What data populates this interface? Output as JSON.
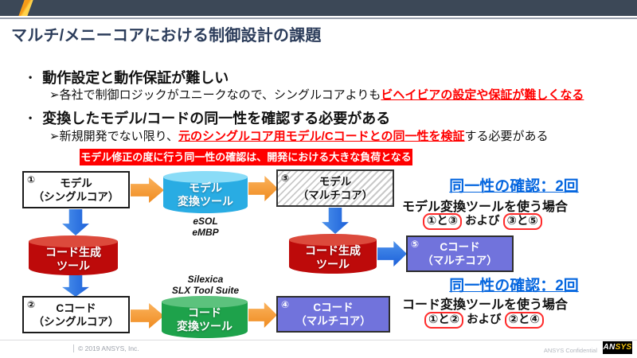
{
  "header": {
    "title": "マルチ/メニーコアにおける制御設計の課題"
  },
  "bullets": {
    "marker": "•",
    "item1": {
      "text": "動作設定と動作保証が難しい",
      "sub_prefix": "➢各社で制御ロジックがユニークなので、シングルコアよりも",
      "sub_highlight": "ビヘイビアの設定や保証が難しくなる"
    },
    "item2": {
      "text": "変換したモデル/コードの同一性を確認する必要がある",
      "sub_prefix": "➢新規開発でない限り、",
      "sub_highlight": "元のシングルコア用モデル/Cコードとの同一性を検証",
      "sub_suffix": "する必要がある"
    },
    "banner": "モデル修正の度に行う同一性の確認は、開発における大きな負荷となる"
  },
  "diagram": {
    "box1": {
      "num": "①",
      "line1": "モデル",
      "line2": "（シングルコア）"
    },
    "box2": {
      "num": "②",
      "line1": "Cコード",
      "line2": "（シングルコア）"
    },
    "box3": {
      "num": "③",
      "line1": "モデル",
      "line2": "（マルチコア）"
    },
    "box4": {
      "num": "④",
      "line1": "Cコード",
      "line2": "（マルチコア）"
    },
    "box5": {
      "num": "⑤",
      "line1": "Cコード",
      "line2": "（マルチコア）"
    },
    "model_conversion_tool": {
      "line1": "モデル",
      "line2": "変換ツール",
      "vendor_line1": "eSOL",
      "vendor_line2": "eMBP"
    },
    "code_generation_tool_left": {
      "line1": "コード生成",
      "line2": "ツール"
    },
    "code_generation_tool_right": {
      "line1": "コード生成",
      "line2": "ツール"
    },
    "code_conversion_tool": {
      "line1": "コード",
      "line2": "変換ツール",
      "vendor_line1": "Silexica",
      "vendor_line2": "SLX Tool Suite"
    }
  },
  "checks": {
    "check1": {
      "heading": "同一性の確認：2回",
      "case_label": "モデル変換ツールを使う場合",
      "pair1": "①と③",
      "connector": "および",
      "pair2": "③と⑤"
    },
    "check2": {
      "heading": "同一性の確認：2回",
      "case_label": "コード変換ツールを使う場合",
      "pair1": "①と②",
      "connector": "および",
      "pair2": "②と④"
    }
  },
  "footer": {
    "copyright": "© 2019 ANSYS, Inc.",
    "confidential": "ANSYS Confidential",
    "logo_an": "AN",
    "logo_sys": "SYS"
  },
  "colors": {
    "header_bar": "#3C4857",
    "accent_slash": "#F9A11C",
    "title": "#2C3D5B",
    "highlight_red": "#FF0000",
    "banner_bg": "#FF0000",
    "check_heading_blue": "#0566DF",
    "cylinder_cyan": "#29ACE3",
    "cylinder_red": "#BD0A0A",
    "cylinder_green": "#1EA24B",
    "box_purple": "#7173DC",
    "arrow_orange": "#EF8A1E",
    "arrow_blue": "#1A5ED9"
  }
}
